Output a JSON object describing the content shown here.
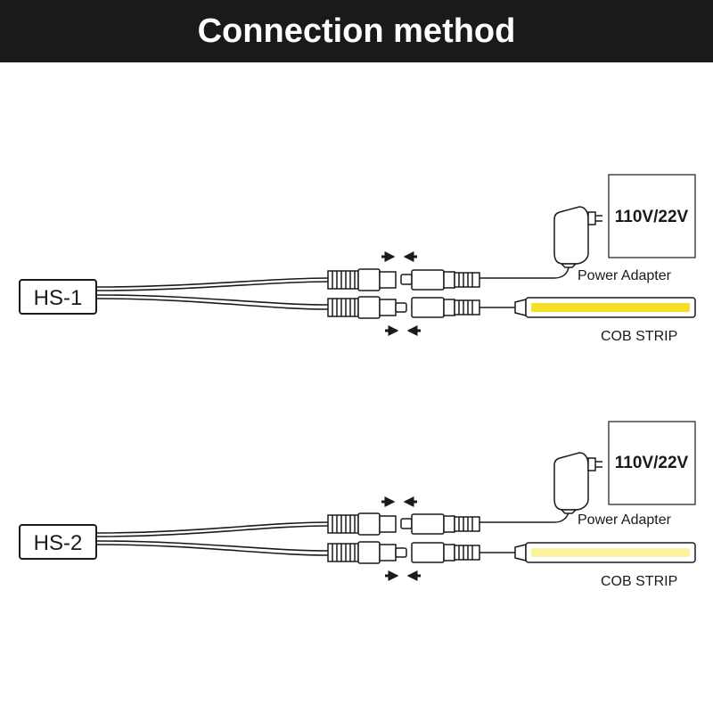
{
  "header": {
    "title": "Connection method"
  },
  "sections": [
    {
      "id": "hs1",
      "controller_label": "HS-1",
      "adapter_voltage": "110V/22V",
      "adapter_label": "Power Adapter",
      "strip_label": "COB STRIP",
      "strip_color": "#f5e027"
    },
    {
      "id": "hs2",
      "controller_label": "HS-2",
      "adapter_voltage": "110V/22V",
      "adapter_label": "Power Adapter",
      "strip_label": "COB STRIP",
      "strip_color": "#fbf3a0"
    }
  ],
  "colors": {
    "line": "#1a1a1a",
    "header_bg": "#1a1a1a",
    "header_text": "#ffffff"
  }
}
